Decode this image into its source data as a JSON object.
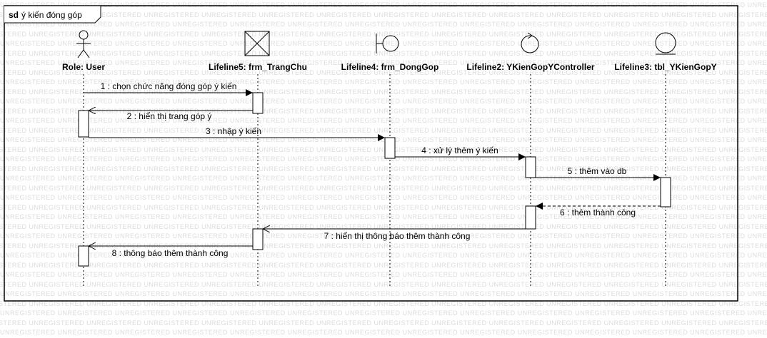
{
  "frame": {
    "keyword": "sd",
    "title": "ý kiến đóng góp"
  },
  "watermark": "UNREGISTERED",
  "lifelines": [
    {
      "id": "user",
      "kind": "actor",
      "label": "Role: User"
    },
    {
      "id": "trangchu",
      "kind": "boundary-box",
      "label": "Lifeline5: frm_TrangChu"
    },
    {
      "id": "donggop",
      "kind": "boundary",
      "label": "Lifeline4: frm_DongGop"
    },
    {
      "id": "controller",
      "kind": "control",
      "label": "Lifeline2: YKienGopYController"
    },
    {
      "id": "table",
      "kind": "entity",
      "label": "Lifeline3: tbl_YKienGopY"
    }
  ],
  "messages": [
    {
      "text": "1 : chọn chức năng đóng góp ý kiến",
      "from": "user",
      "to": "trangchu",
      "kind": "call"
    },
    {
      "text": "2 : hiển thị trang góp ý",
      "from": "trangchu",
      "to": "user",
      "kind": "reply"
    },
    {
      "text": "3 : nhập ý kiến",
      "from": "user",
      "to": "donggop",
      "kind": "call"
    },
    {
      "text": "4 : xử lý thêm ý kiến",
      "from": "donggop",
      "to": "controller",
      "kind": "call"
    },
    {
      "text": "5 : thêm vào db",
      "from": "controller",
      "to": "table",
      "kind": "call"
    },
    {
      "text": "6 : thêm thành công",
      "from": "table",
      "to": "controller",
      "kind": "return"
    },
    {
      "text": "7 : hiển thị thông báo thêm thành công",
      "from": "controller",
      "to": "trangchu",
      "kind": "reply"
    },
    {
      "text": "8 : thông báo thêm thành công",
      "from": "trangchu",
      "to": "user",
      "kind": "reply"
    }
  ]
}
